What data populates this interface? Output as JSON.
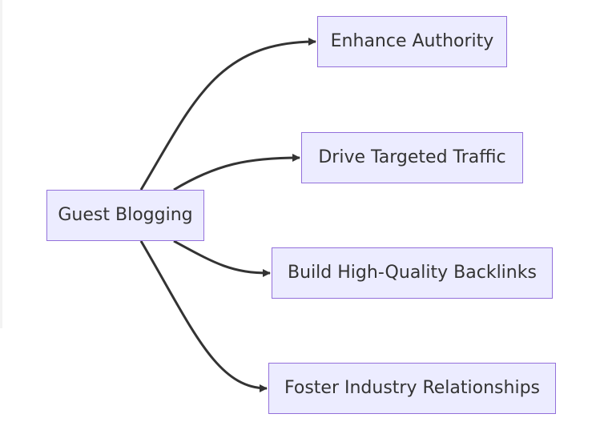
{
  "diagram": {
    "root": {
      "label": "Guest Blogging"
    },
    "children": [
      {
        "label": "Enhance Authority"
      },
      {
        "label": "Drive Targeted Traffic"
      },
      {
        "label": "Build High-Quality Backlinks"
      },
      {
        "label": "Foster Industry Relationships"
      }
    ]
  },
  "colors": {
    "node_fill": "#ececff",
    "node_border": "#9370db",
    "edge": "#333333",
    "text": "#333333"
  }
}
